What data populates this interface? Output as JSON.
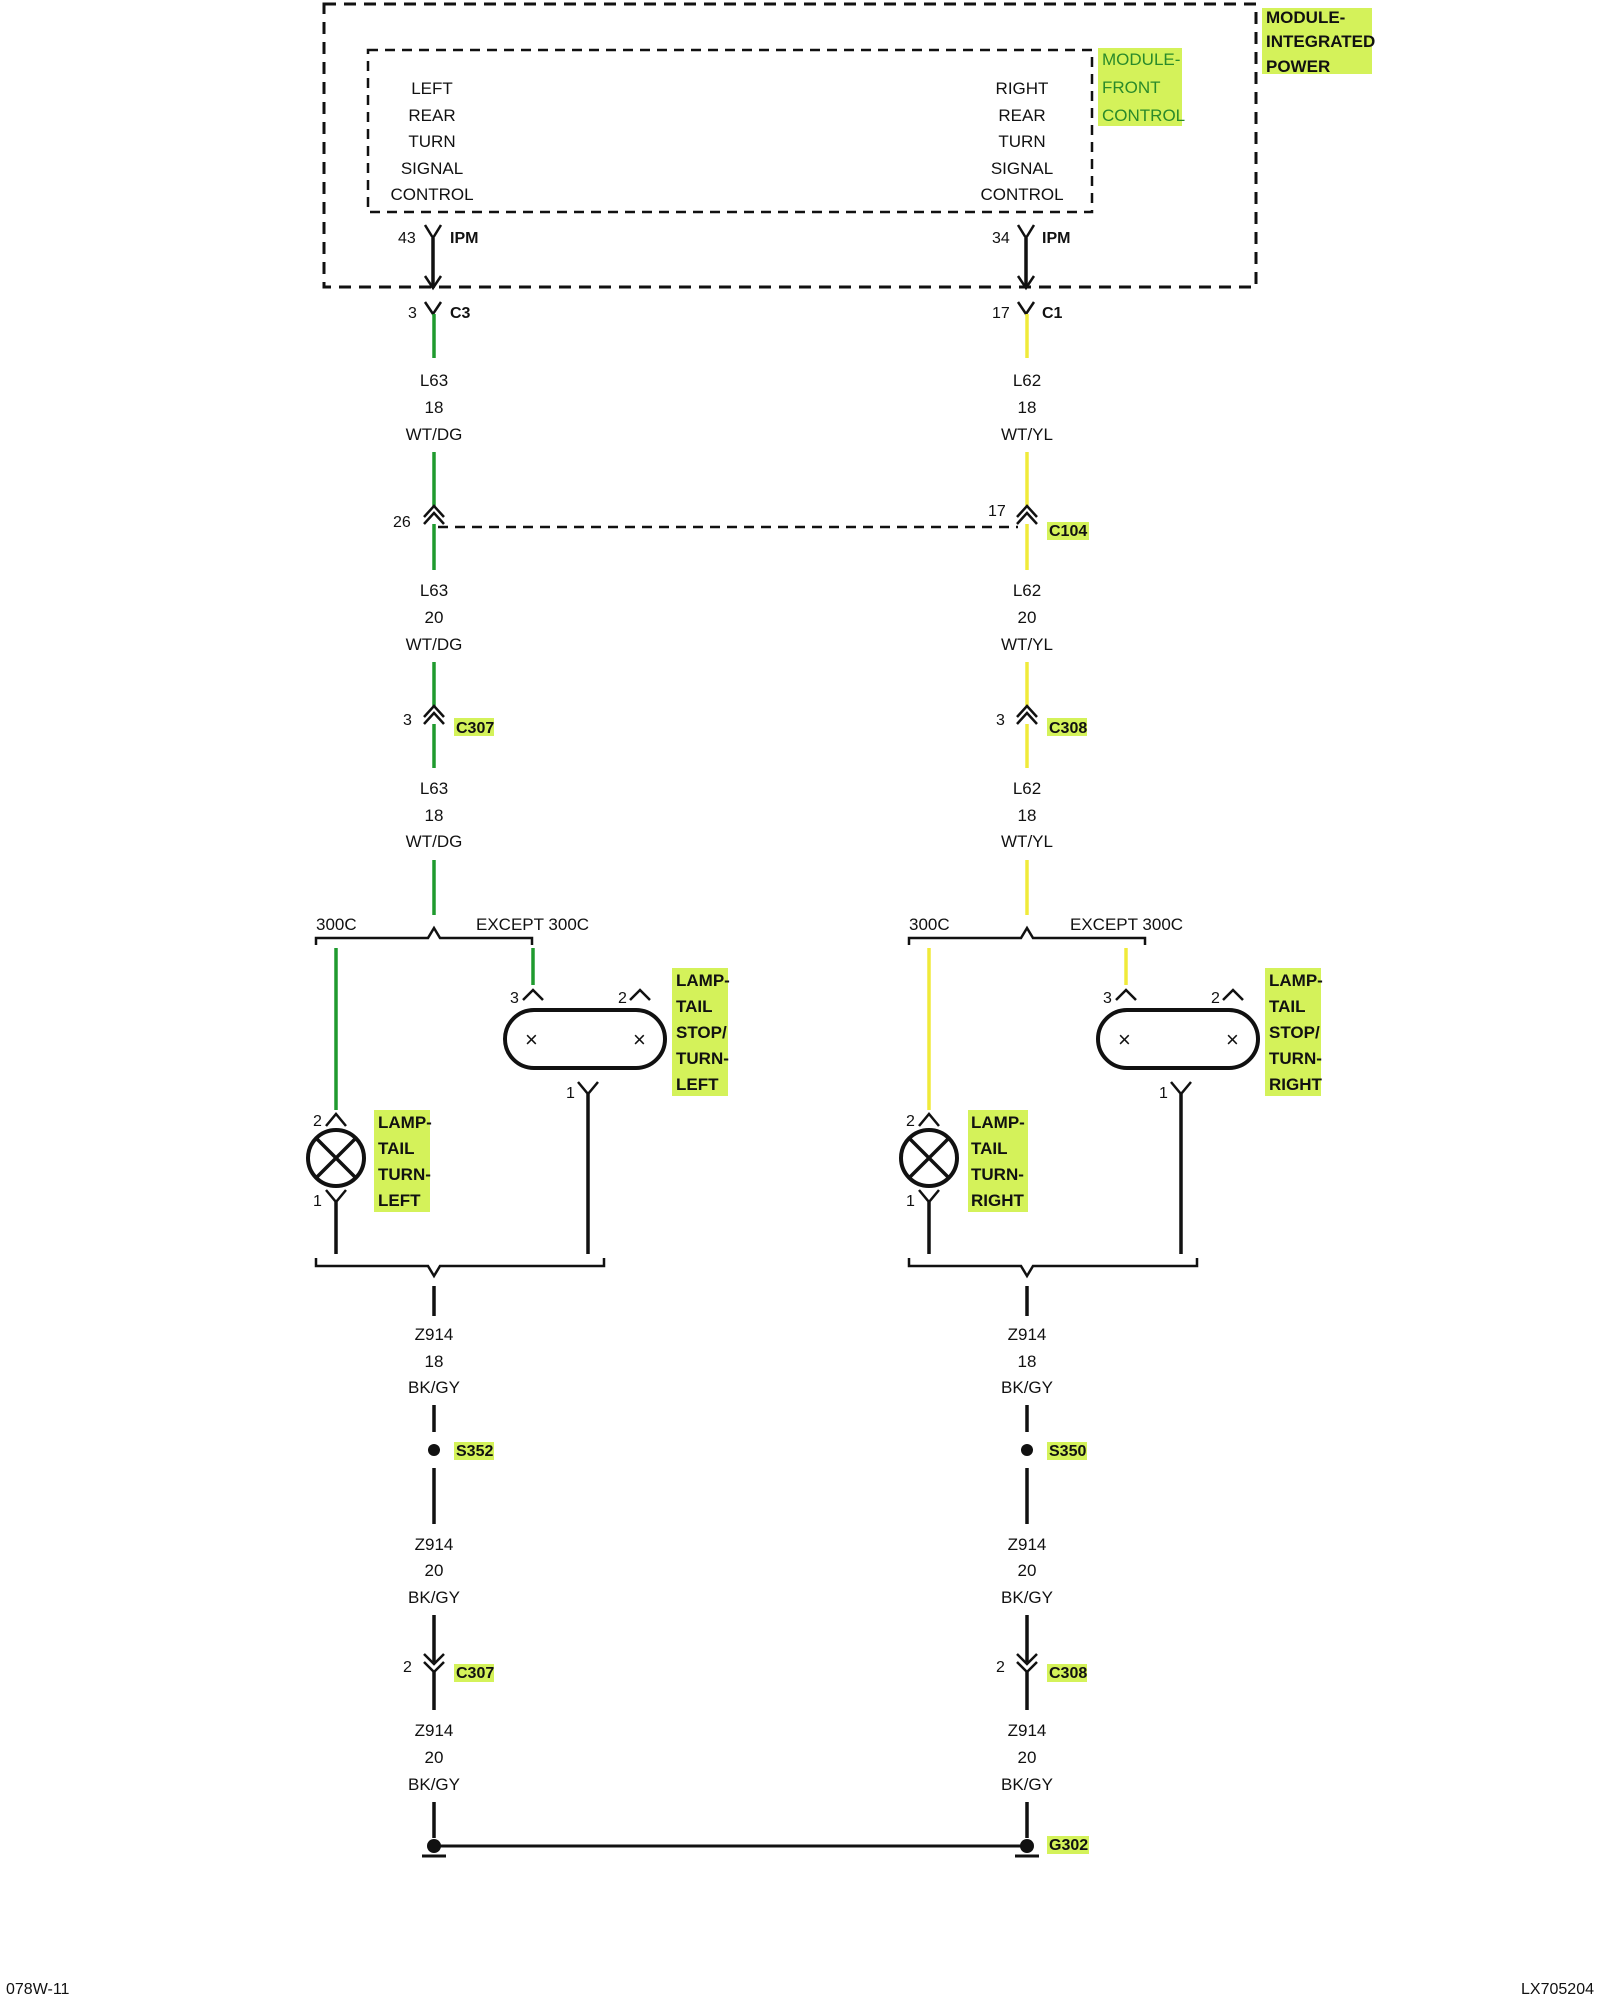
{
  "modules": {
    "ipm": [
      "MODULE-",
      "INTEGRATED",
      "POWER"
    ],
    "fcm": [
      "MODULE-",
      "FRONT",
      "CONTROL"
    ],
    "left_control": [
      "LEFT",
      "REAR",
      "TURN",
      "SIGNAL",
      "CONTROL"
    ],
    "right_control": [
      "RIGHT",
      "REAR",
      "TURN",
      "SIGNAL",
      "CONTROL"
    ]
  },
  "left_circuit": {
    "ipm_pin": "43",
    "ipm_label": "IPM",
    "conn1_pin": "3",
    "conn1_label": "C3",
    "wire1": [
      "L63",
      "18",
      "WT/DG"
    ],
    "c104_pin": "26",
    "wire2": [
      "L63",
      "20",
      "WT/DG"
    ],
    "c307_pin": "3",
    "c307_label": "C307",
    "wire3": [
      "L63",
      "18",
      "WT/DG"
    ],
    "variant_a": "300C",
    "variant_b": "EXCEPT 300C",
    "stop_lamp_pin_a": "3",
    "stop_lamp_pin_b": "2",
    "stop_lamp_pin_c": "1",
    "stop_lamp_label": [
      "LAMP-",
      "TAIL",
      "STOP/",
      "TURN-",
      "LEFT"
    ],
    "tail_lamp_pin_a": "2",
    "tail_lamp_pin_b": "1",
    "tail_lamp_label": [
      "LAMP-",
      "TAIL",
      "TURN-",
      "LEFT"
    ],
    "ground_wire1": [
      "Z914",
      "18",
      "BK/GY"
    ],
    "splice_label": "S352",
    "ground_wire2": [
      "Z914",
      "20",
      "BK/GY"
    ],
    "c307b_pin": "2",
    "c307b_label": "C307",
    "ground_wire3": [
      "Z914",
      "20",
      "BK/GY"
    ]
  },
  "right_circuit": {
    "ipm_pin": "34",
    "ipm_label": "IPM",
    "conn1_pin": "17",
    "conn1_label": "C1",
    "wire1": [
      "L62",
      "18",
      "WT/YL"
    ],
    "c104_pin": "17",
    "c104_label": "C104",
    "wire2": [
      "L62",
      "20",
      "WT/YL"
    ],
    "c308_pin": "3",
    "c308_label": "C308",
    "wire3": [
      "L62",
      "18",
      "WT/YL"
    ],
    "variant_a": "300C",
    "variant_b": "EXCEPT 300C",
    "stop_lamp_pin_a": "3",
    "stop_lamp_pin_b": "2",
    "stop_lamp_pin_c": "1",
    "stop_lamp_label": [
      "LAMP-",
      "TAIL",
      "STOP/",
      "TURN-",
      "RIGHT"
    ],
    "tail_lamp_pin_a": "2",
    "tail_lamp_pin_b": "1",
    "tail_lamp_label": [
      "LAMP-",
      "TAIL",
      "TURN-",
      "RIGHT"
    ],
    "ground_wire1": [
      "Z914",
      "18",
      "BK/GY"
    ],
    "splice_label": "S350",
    "ground_wire2": [
      "Z914",
      "20",
      "BK/GY"
    ],
    "c308b_pin": "2",
    "c308b_label": "C308",
    "ground_wire3": [
      "Z914",
      "20",
      "BK/GY"
    ],
    "ground_label": "G302"
  },
  "footer": {
    "left": "078W-11",
    "right": "LX705204"
  },
  "colors": {
    "highlight": "#d4f25a",
    "wire_dg": "#1f9a2e",
    "wire_yl": "#f0ea3a",
    "ink": "#111111"
  }
}
